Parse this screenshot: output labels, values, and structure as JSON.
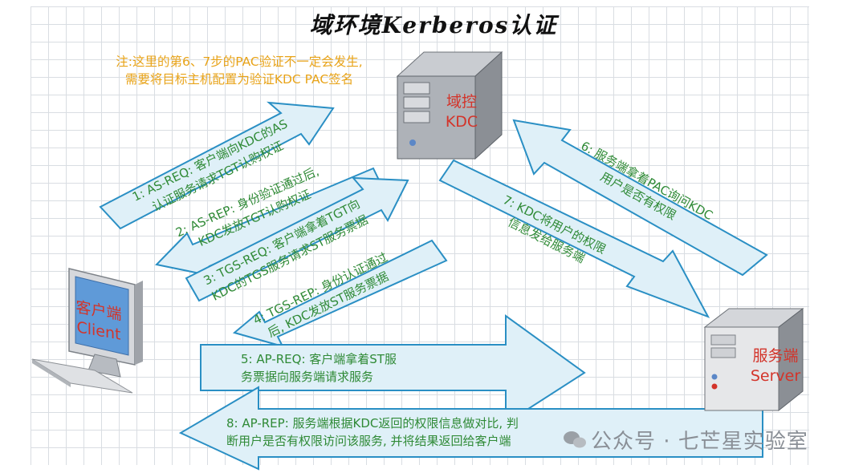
{
  "title": "域环境Kerberos认证",
  "note": {
    "line1": "注:这里的第6、7步的PAC验证不一定会发生,",
    "line2": "需要将目标主机配置为验证KDC PAC签名"
  },
  "kdc": {
    "line1": "域控",
    "line2": "KDC"
  },
  "client": {
    "line1": "客户端",
    "line2": "Client"
  },
  "server": {
    "line1": "服务端",
    "line2": "Server"
  },
  "steps": {
    "s1": {
      "line1": "1:  AS-REQ:  客户端向KDC的AS",
      "line2": "认证服务请求TGT认购权证"
    },
    "s2": {
      "line1": "2:  AS-REP:  身份验证通过后,",
      "line2": "KDC发放TGT认购权证"
    },
    "s3": {
      "line1": "3:  TGS-REQ:  客户端拿着TGT向",
      "line2": "KDC的TGS服务请求ST服务票据"
    },
    "s4": {
      "line1": "4:  TGS-REP:  身份认证通过",
      "line2": "后,  KDC发放ST服务票据"
    },
    "s5": {
      "line1": "5:  AP-REQ:  客户端拿着ST服",
      "line2": "务票据向服务端请求服务"
    },
    "s6": {
      "line1": "6:  服务端拿着PAC询问KDC",
      "line2": "用户是否有权限"
    },
    "s7": {
      "line1": "7:  KDC将用户的权限",
      "line2": "信息发给服务端"
    },
    "s8": {
      "line1": "8:  AP-REP:  服务端根据KDC返回的权限信息做对比,  判",
      "line2": "断用户是否有权限访问该服务,  并将结果返回给客户端"
    }
  },
  "watermark": "公众号 · 七芒星实验室",
  "colors": {
    "arrow_fill": "#dff0f8",
    "arrow_stroke": "#2a8fc4",
    "green_text": "#2f8a36",
    "red_text": "#d3342a",
    "note_text": "#e8a318"
  }
}
